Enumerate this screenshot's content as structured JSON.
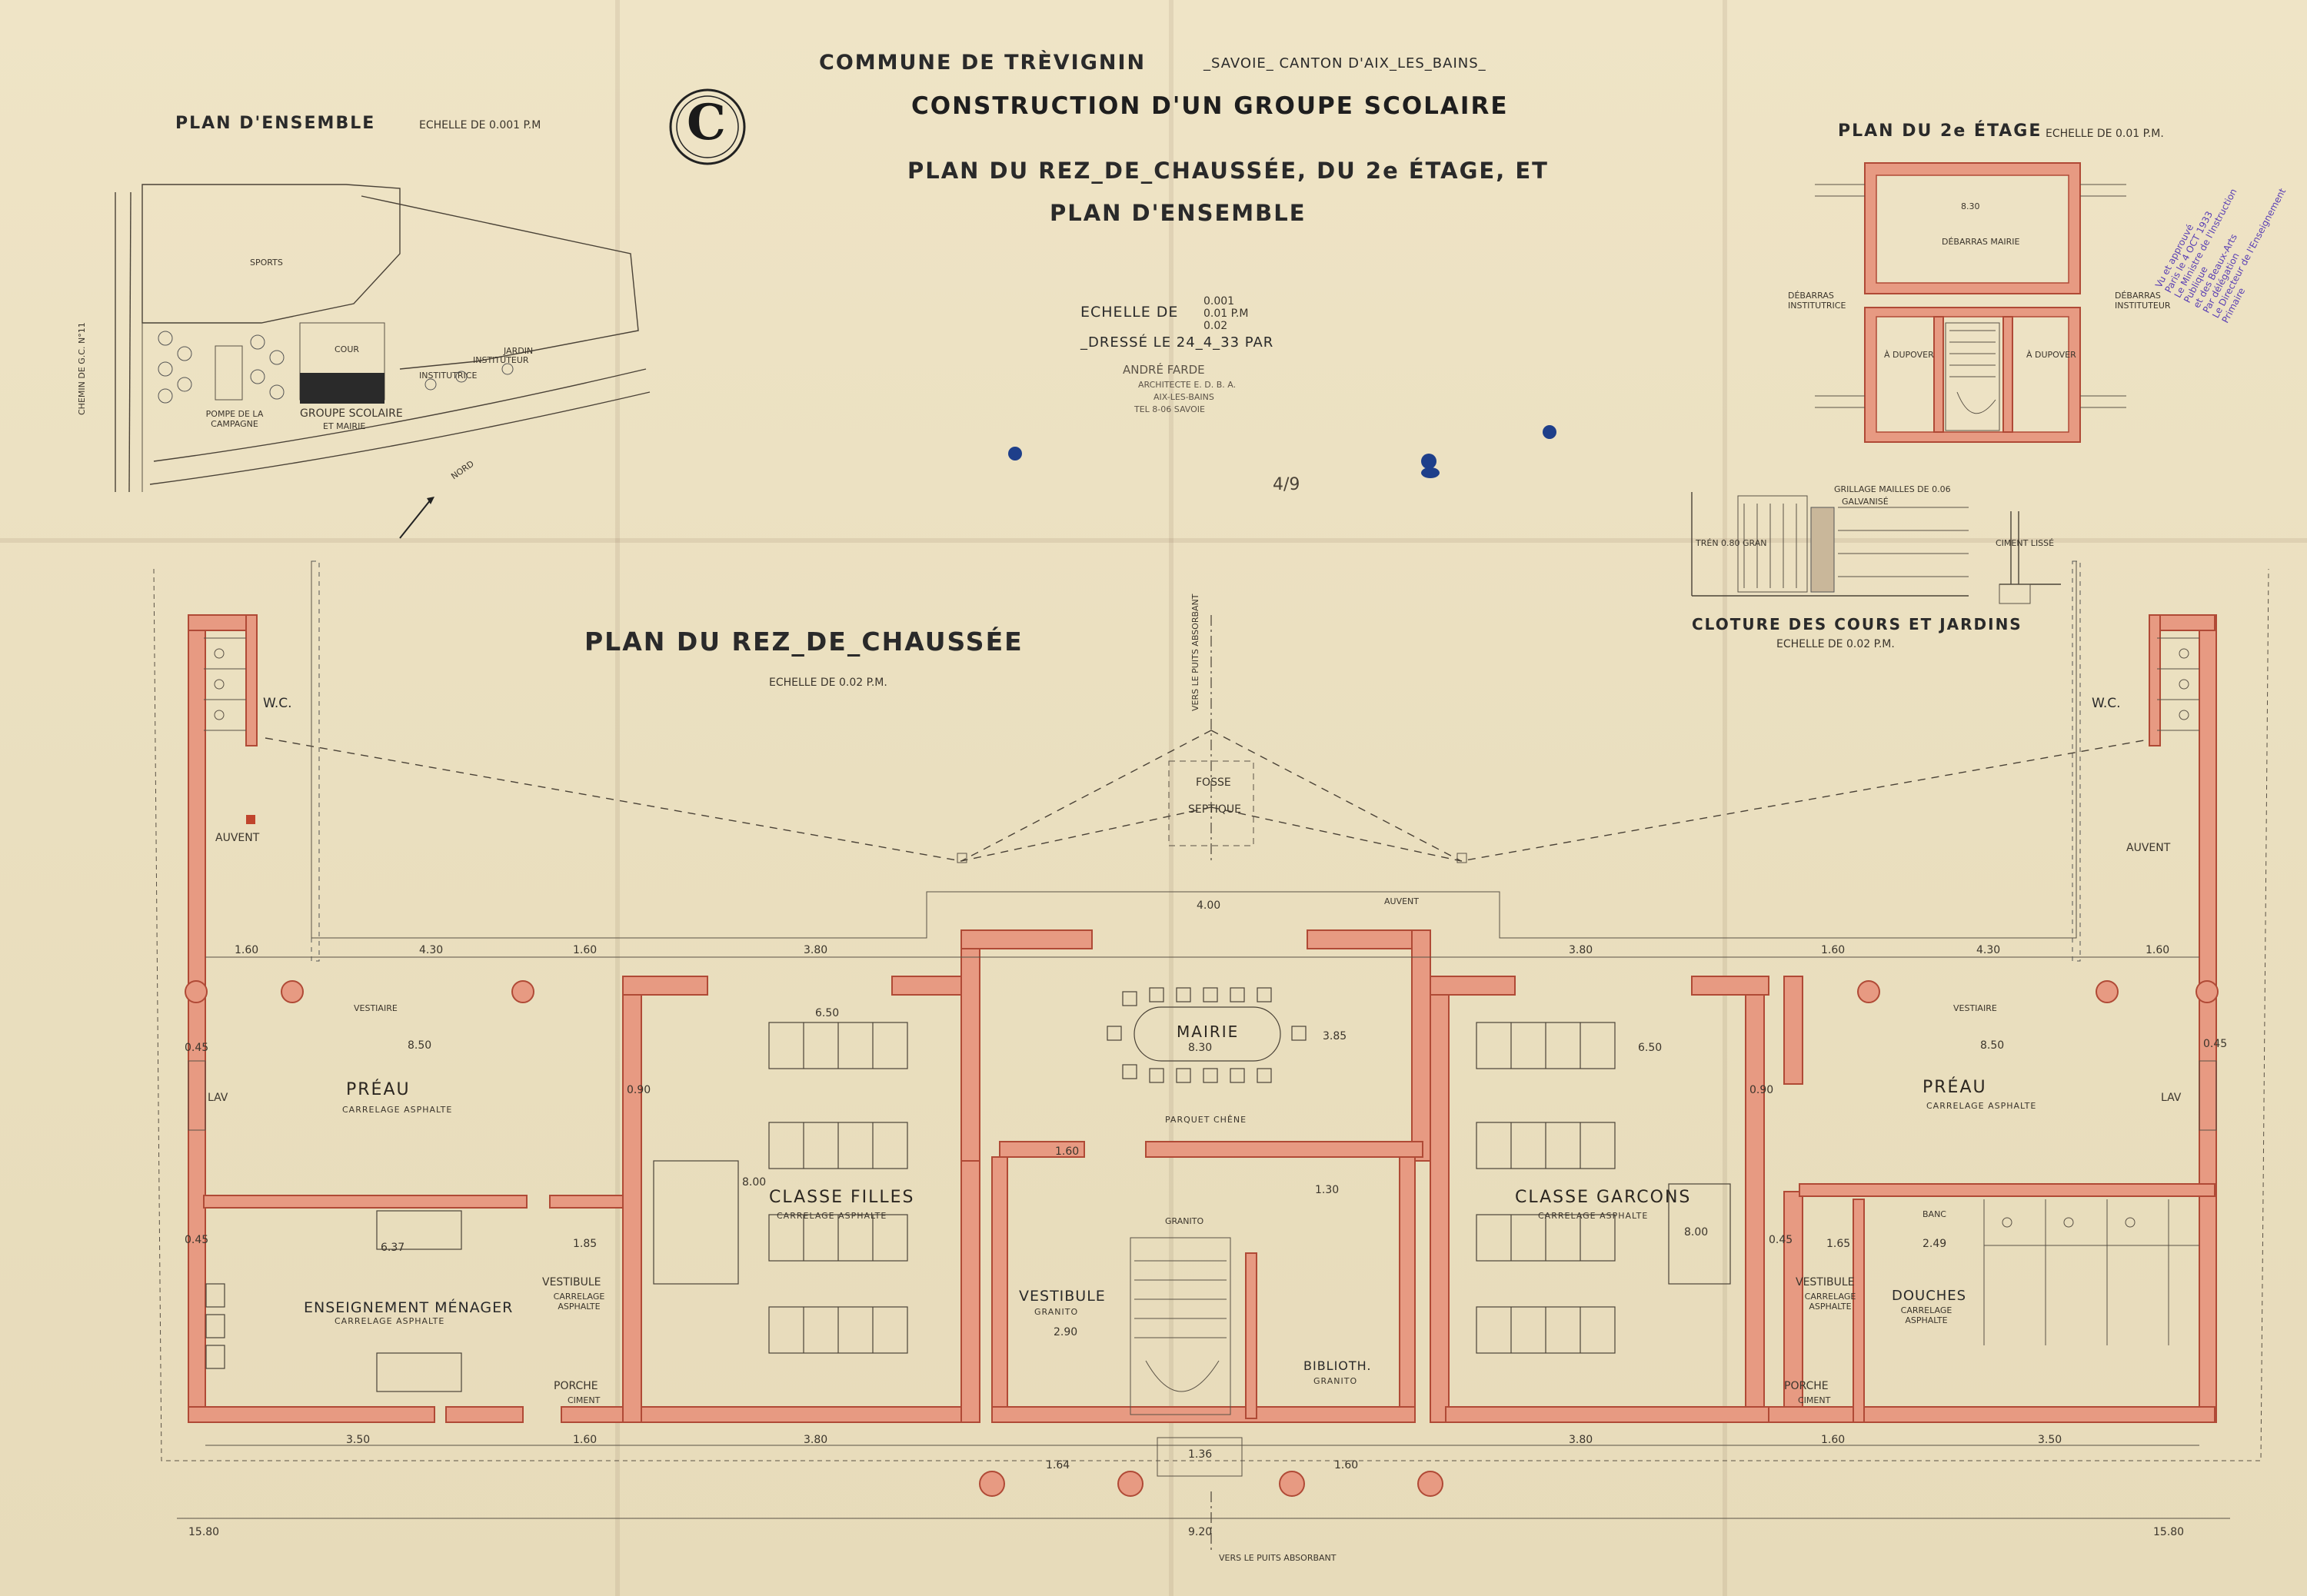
{
  "header": {
    "commune": "COMMUNE DE TRÈVIGNIN",
    "canton": "_SAVOIE_ CANTON D'AIX_LES_BAINS_",
    "project": "CONSTRUCTION D'UN GROUPE SCOLAIRE",
    "subtitle_line1": "PLAN DU REZ_DE_CHAUSSÉE, DU 2e ÉTAGE, ET",
    "subtitle_line2": "PLAN D'ENSEMBLE",
    "logo_letter": "C",
    "scale_label": "ECHELLE DE",
    "scale_values": [
      "0.001",
      "0.01  P.M",
      "0.02"
    ],
    "drawn_date": "_DRESSÉ LE 24_4_33 PAR",
    "architect_name": "ANDRÉ FARDE",
    "architect_title": "ARCHITECTE  E. D. B. A.",
    "architect_city": "AIX-LES-BAINS",
    "architect_tel": "TEL  8-06          SAVOIE",
    "handwritten_note": "4/9"
  },
  "site_plan": {
    "title": "PLAN D'ENSEMBLE",
    "scale": "ECHELLE DE 0.001 P.M",
    "labels": {
      "sports": "SPORTS",
      "cour": "COUR",
      "jardin": "JARDIN",
      "institutrice": "INSTITUTRICE",
      "instituteur": "INSTITUTEUR",
      "road": "CHEMIN DE G.C. N°11",
      "group": "GROUPE SCOLAIRE",
      "mairie": "ET MAIRIE",
      "pompe": "POMPE DE LA CAMPAGNE",
      "nord": "NORD"
    }
  },
  "second_floor": {
    "title": "PLAN DU 2e ÉTAGE",
    "scale": "ECHELLE DE 0.01 P.M.",
    "width_dim": "8.30",
    "labels": {
      "debarras_mairie": "DÉBARRAS MAIRIE",
      "debarras_left": "DÉBARRAS INSTITUTRICE",
      "debarras_right": "DÉBARRAS INSTITUTEUR",
      "dupover_left": "À DUPOVER",
      "dupover_right": "À DUPOVER"
    }
  },
  "stamp": {
    "lines": [
      "Vu et approuvé",
      "Paris le 4 OCT 1933",
      "Le Ministre de l'Instruction Publique",
      "et des Beaux-Arts",
      "Par délégation",
      "Le Directeur de l'Enseignement Primaire"
    ]
  },
  "fence": {
    "title": "CLOTURE DES COURS ET JARDINS",
    "scale": "ECHELLE DE 0.02 P.M.",
    "note_grille": "GRILLAGE MAILLES DE 0.06",
    "note_galv": "GALVANISÉ",
    "note_left": "TRÉN 0.80 GRAN",
    "note_right": "CIMENT LISSÉ"
  },
  "ground_floor": {
    "title": "PLAN DU REZ_DE_CHAUSSÉE",
    "scale": "ECHELLE DE 0.02 P.M.",
    "vers_puits_top": "VERS LE PUITS ABSORBANT",
    "vers_puits_bottom": "VERS LE PUITS ABSORBANT",
    "fosse": "FOSSE",
    "septique": "SEPTIQUE",
    "wc_left": "W.C.",
    "wc_right": "W.C.",
    "auvent": "AUVENT",
    "rooms": {
      "preau": "PRÉAU",
      "preau_sub": "CARRELAGE ASPHALTE",
      "vestiaire": "VESTIAIRE",
      "lav": "LAV",
      "menager": "ENSEIGNEMENT MÉNAGER",
      "menager_sub": "CARRELAGE ASPHALTE",
      "vestibule": "VESTIBULE",
      "vestibule_sub": "CARRELAGE ASPHALTE",
      "porche": "PORCHE",
      "porche_sub": "CIMENT",
      "classe_filles": "CLASSE FILLES",
      "classe_garcons": "CLASSE GARCONS",
      "classe_sub": "CARRELAGE ASPHALTE",
      "mairie": "MAIRIE",
      "mairie_sub": "PARQUET CHÊNE",
      "vestibule_main": "VESTIBULE",
      "granito": "GRANITO",
      "biblio": "BIBLIOTH.",
      "douches": "DOUCHES",
      "douches_sub": "CARRELAGE ASPHALTE",
      "banc": "BANC"
    },
    "dims": {
      "d160": "1.60",
      "d430": "4.30",
      "d380": "3.80",
      "d400": "4.00",
      "d850": "8.50",
      "d830": "8.30",
      "d650": "6.50",
      "d637": "6.37",
      "d185": "1.85",
      "d165": "1.65",
      "d290": "2.90",
      "d249": "2.49",
      "d350": "3.50",
      "d164": "1.64",
      "d136": "1.36",
      "d1580": "15.80",
      "d920": "9.20",
      "d800": "8.00",
      "d385": "3.85",
      "d045": "0.45",
      "d090": "0.90",
      "d130": "1.30"
    }
  }
}
